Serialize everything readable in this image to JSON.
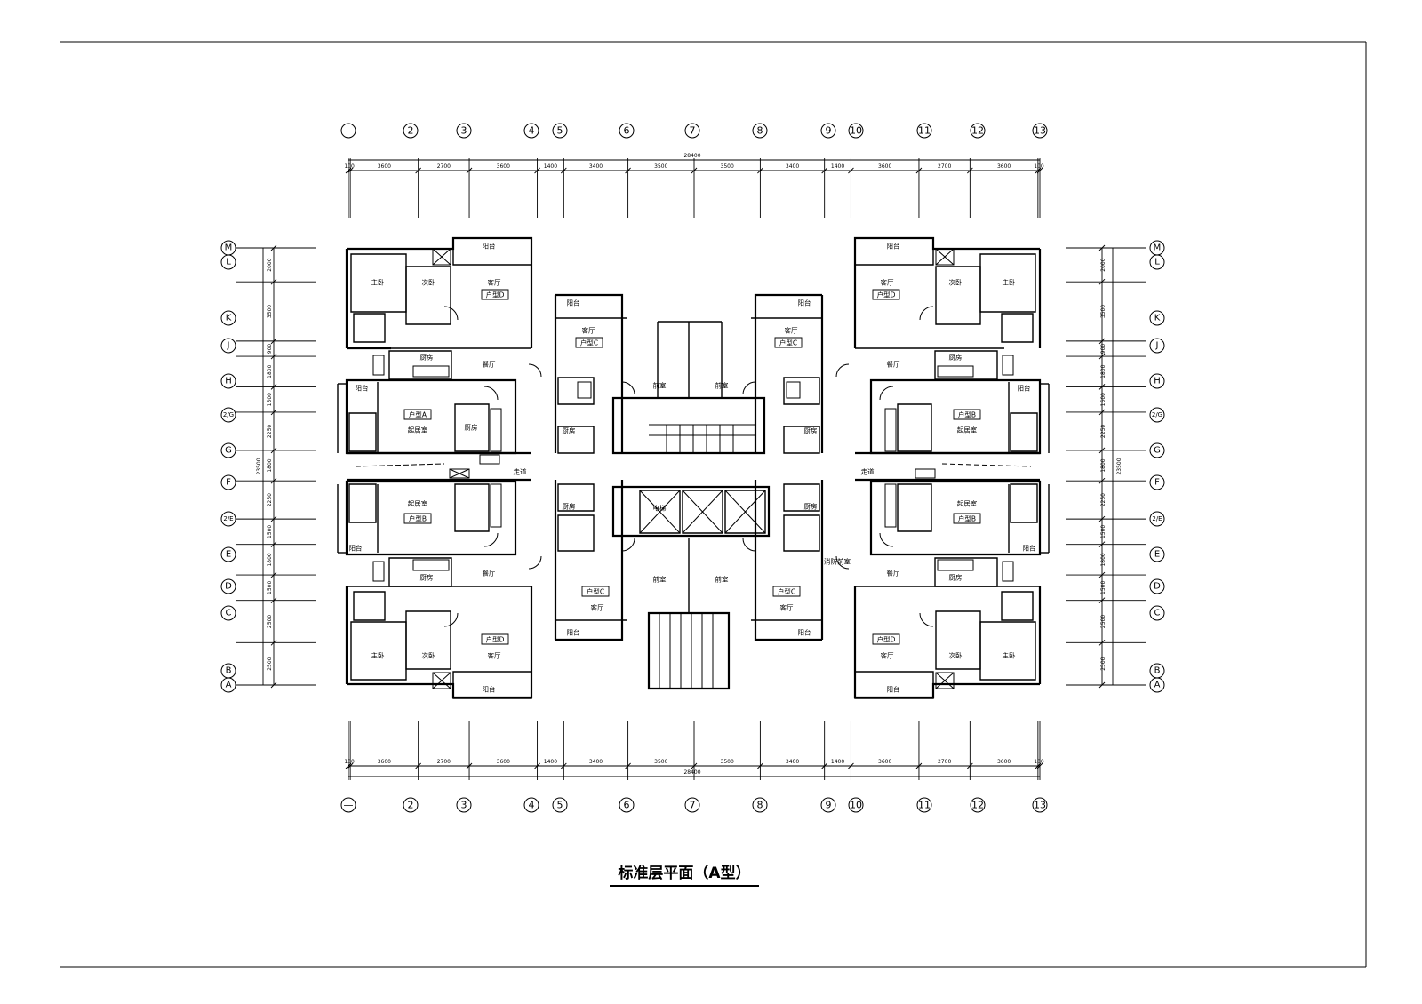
{
  "drawing": {
    "title": "标准层平面（A型）"
  },
  "axes": {
    "top": [
      "—",
      "2",
      "3",
      "4",
      "5",
      "6",
      "7",
      "8",
      "9",
      "10",
      "11",
      "12",
      "13"
    ],
    "bottom": [
      "—",
      "2",
      "3",
      "4",
      "5",
      "6",
      "7",
      "8",
      "9",
      "10",
      "11",
      "12",
      "13"
    ],
    "left": [
      "M",
      "L",
      "K",
      "J",
      "H",
      "2/G",
      "G",
      "F",
      "2/E",
      "E",
      "D",
      "C",
      "B",
      "A"
    ],
    "right": [
      "M",
      "L",
      "K",
      "J",
      "H",
      "2/G",
      "G",
      "F",
      "2/E",
      "E",
      "D",
      "C",
      "B",
      "A"
    ]
  },
  "dimensions": {
    "top_segments": [
      "100",
      "3600",
      "2700",
      "3600",
      "1400",
      "3400",
      "3500",
      "3500",
      "3400",
      "1400",
      "3600",
      "2700",
      "3600",
      "100"
    ],
    "top_total": "28400",
    "bottom_segments": [
      "100",
      "3600",
      "2700",
      "3600",
      "1400",
      "3400",
      "3500",
      "3500",
      "3400",
      "1400",
      "3600",
      "2700",
      "3600",
      "100"
    ],
    "bottom_total": "28400",
    "left_segments": [
      "2000",
      "3500",
      "900",
      "1800",
      "1500",
      "2250",
      "1800",
      "2250",
      "1500",
      "1800",
      "1500",
      "2500",
      "2500"
    ],
    "left_total": "23500",
    "right_segments": [
      "2000",
      "3500",
      "900",
      "1800",
      "1500",
      "2250",
      "1800",
      "2250",
      "1500",
      "1800",
      "1500",
      "2500",
      "2500"
    ],
    "right_total": "23500"
  },
  "rooms": {
    "master_bedroom": "主卧",
    "second_bedroom": "次卧",
    "living_room": "客厅",
    "dining_room": "餐厅",
    "kitchen": "厨房",
    "balcony": "阳台",
    "studio": "起居室",
    "corridor": "走道",
    "lobby": "前室",
    "fire_lobby": "消防前室",
    "elevator": "电梯"
  },
  "unit_tags": {
    "a": "户型A",
    "b": "户型B",
    "c": "户型C",
    "d": "户型D"
  }
}
